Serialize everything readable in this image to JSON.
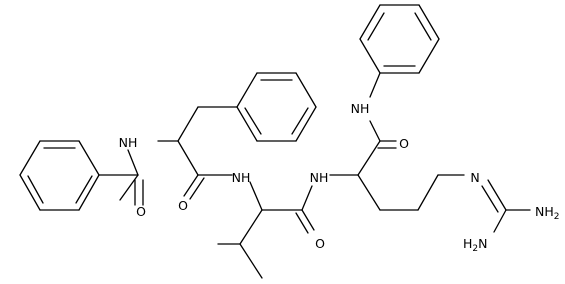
{
  "atoms": {
    "nh_benzamide": "NH",
    "o_benzamide": "O",
    "o_phe": "O",
    "nh_val": "NH",
    "o_val": "O",
    "nh_arg": "NH",
    "o_arg": "O",
    "nh_anilide": "NH",
    "n_guanidine": "N",
    "nh2_upper": "NH",
    "nh2_upper_sub": "2",
    "nh2_lower": "H",
    "nh2_lower_sub": "2",
    "nh2_lower_n": "N"
  },
  "colors": {
    "bond": "#000000",
    "background": "#ffffff"
  }
}
